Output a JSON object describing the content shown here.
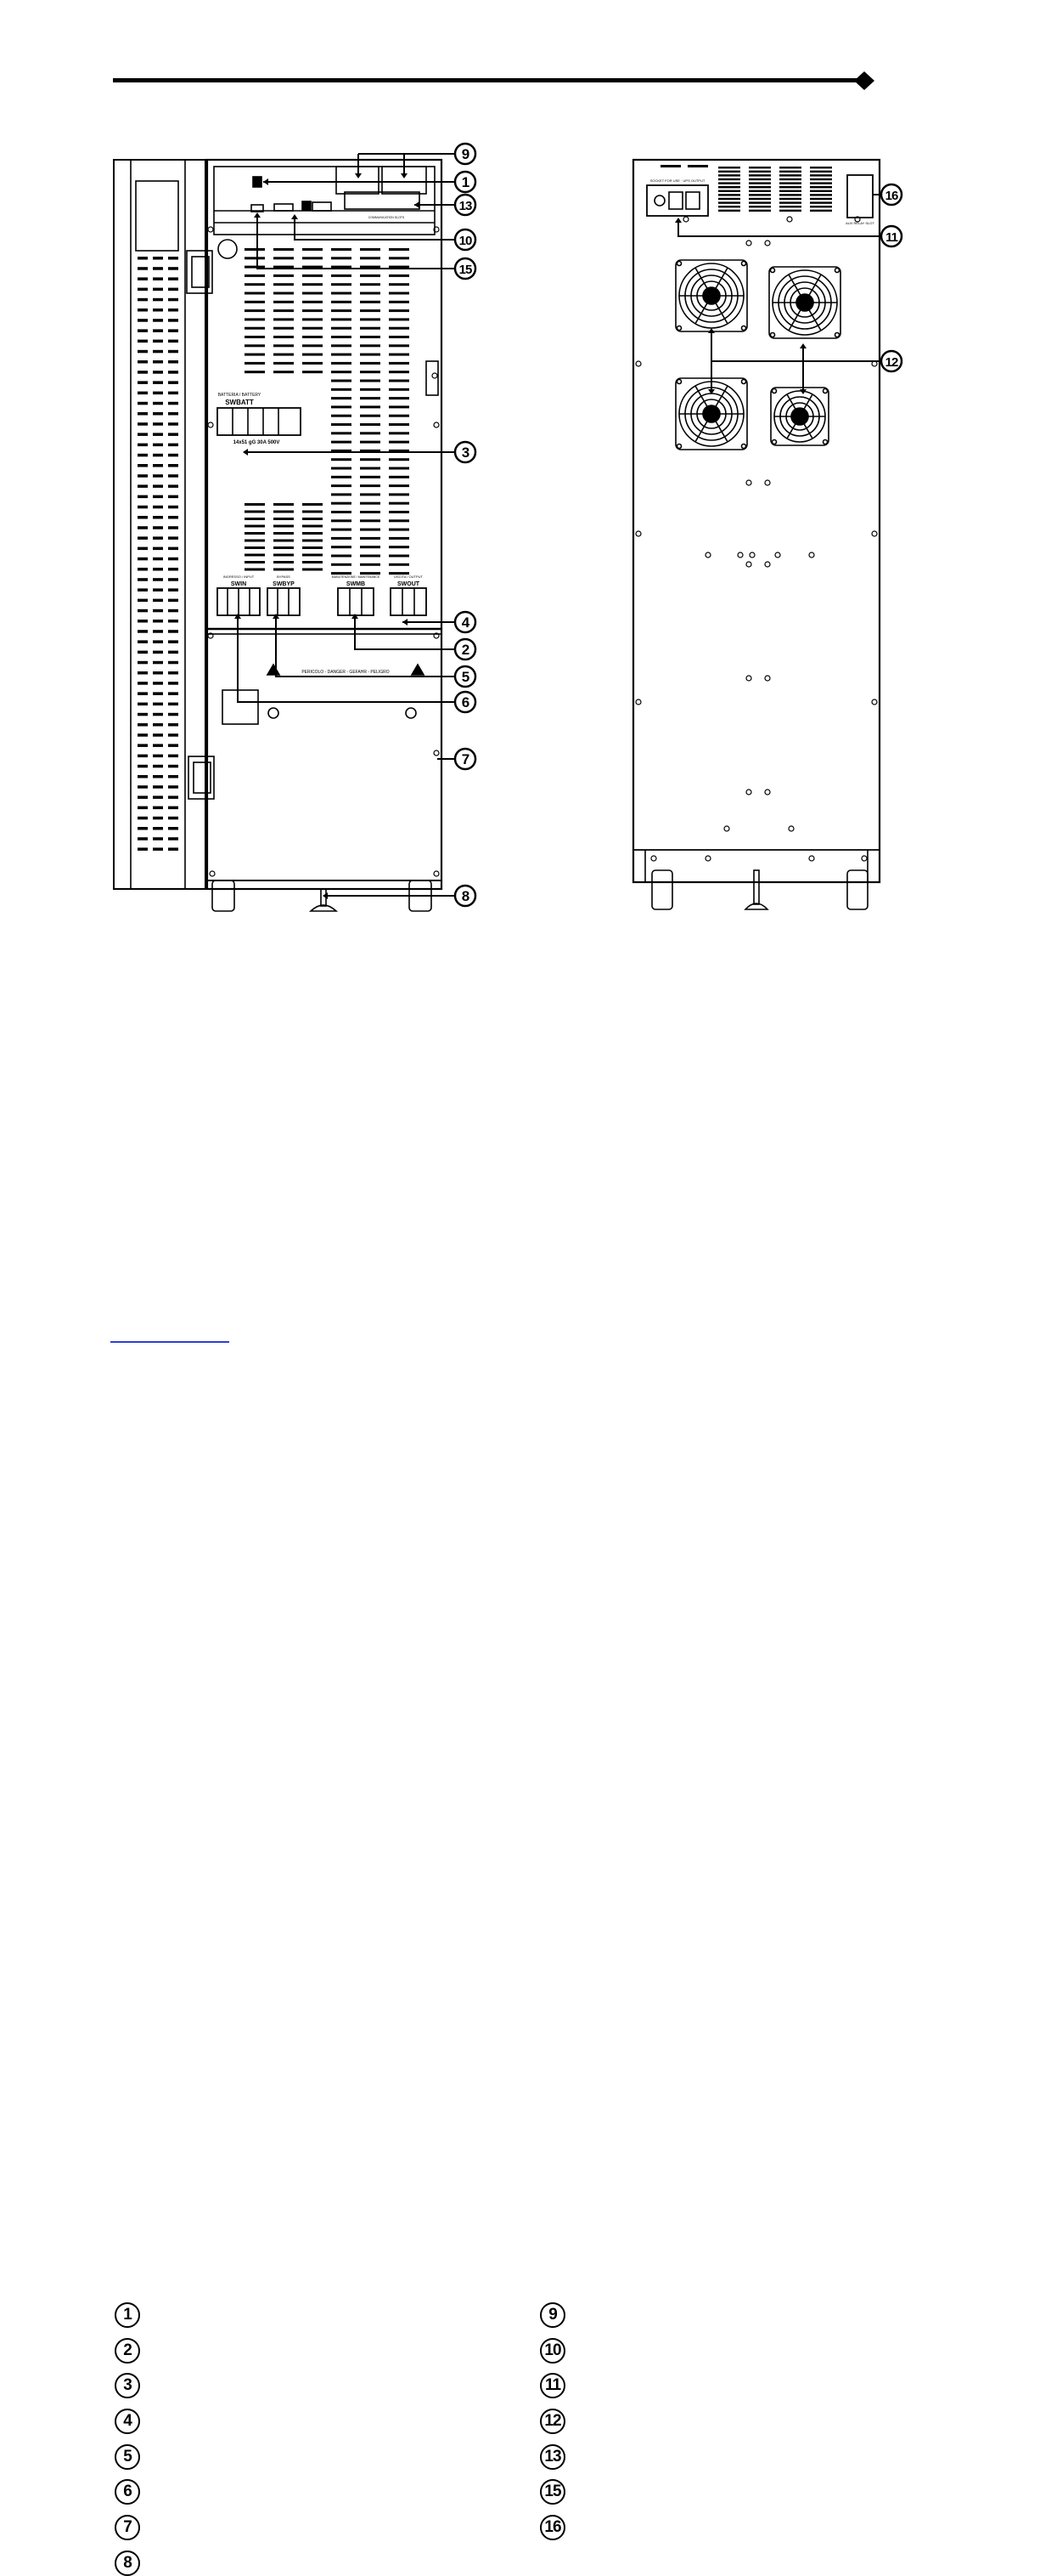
{
  "callouts_left": [
    "1",
    "2",
    "3",
    "4",
    "5",
    "6",
    "7",
    "8",
    "9",
    "10",
    "13",
    "15"
  ],
  "callouts_right": [
    "11",
    "12",
    "16"
  ],
  "labels": {
    "swbatt_header": "BATTERIA / BATTERY",
    "swbatt": "SWBATT",
    "swbatt_spec": "14x51   gG   30A   500V",
    "swin_header": "INGRESSO / INPUT",
    "swin": "SWIN",
    "swbyp_header": "BYPASS",
    "swbyp": "SWBYP",
    "swmb_header": "MANUTENZIONE / MAINTENANCE",
    "swmb": "SWMB",
    "swout_header": "USCITA / OUTPUT",
    "swout": "SWOUT",
    "warning": "PERICOLO - DANGER - GEFAHR - PELIGRO",
    "comm_slots": "COMMUNICATION SLOTS",
    "aux_slot": "AUX RELAY SLOT",
    "ups_output": "SOCKET FOR USE · UPS OUTPUT"
  },
  "legend_left": [
    "1",
    "2",
    "3",
    "4",
    "5",
    "6",
    "7",
    "8"
  ],
  "legend_right": [
    "9",
    "10",
    "11",
    "12",
    "13",
    "15",
    "16"
  ]
}
